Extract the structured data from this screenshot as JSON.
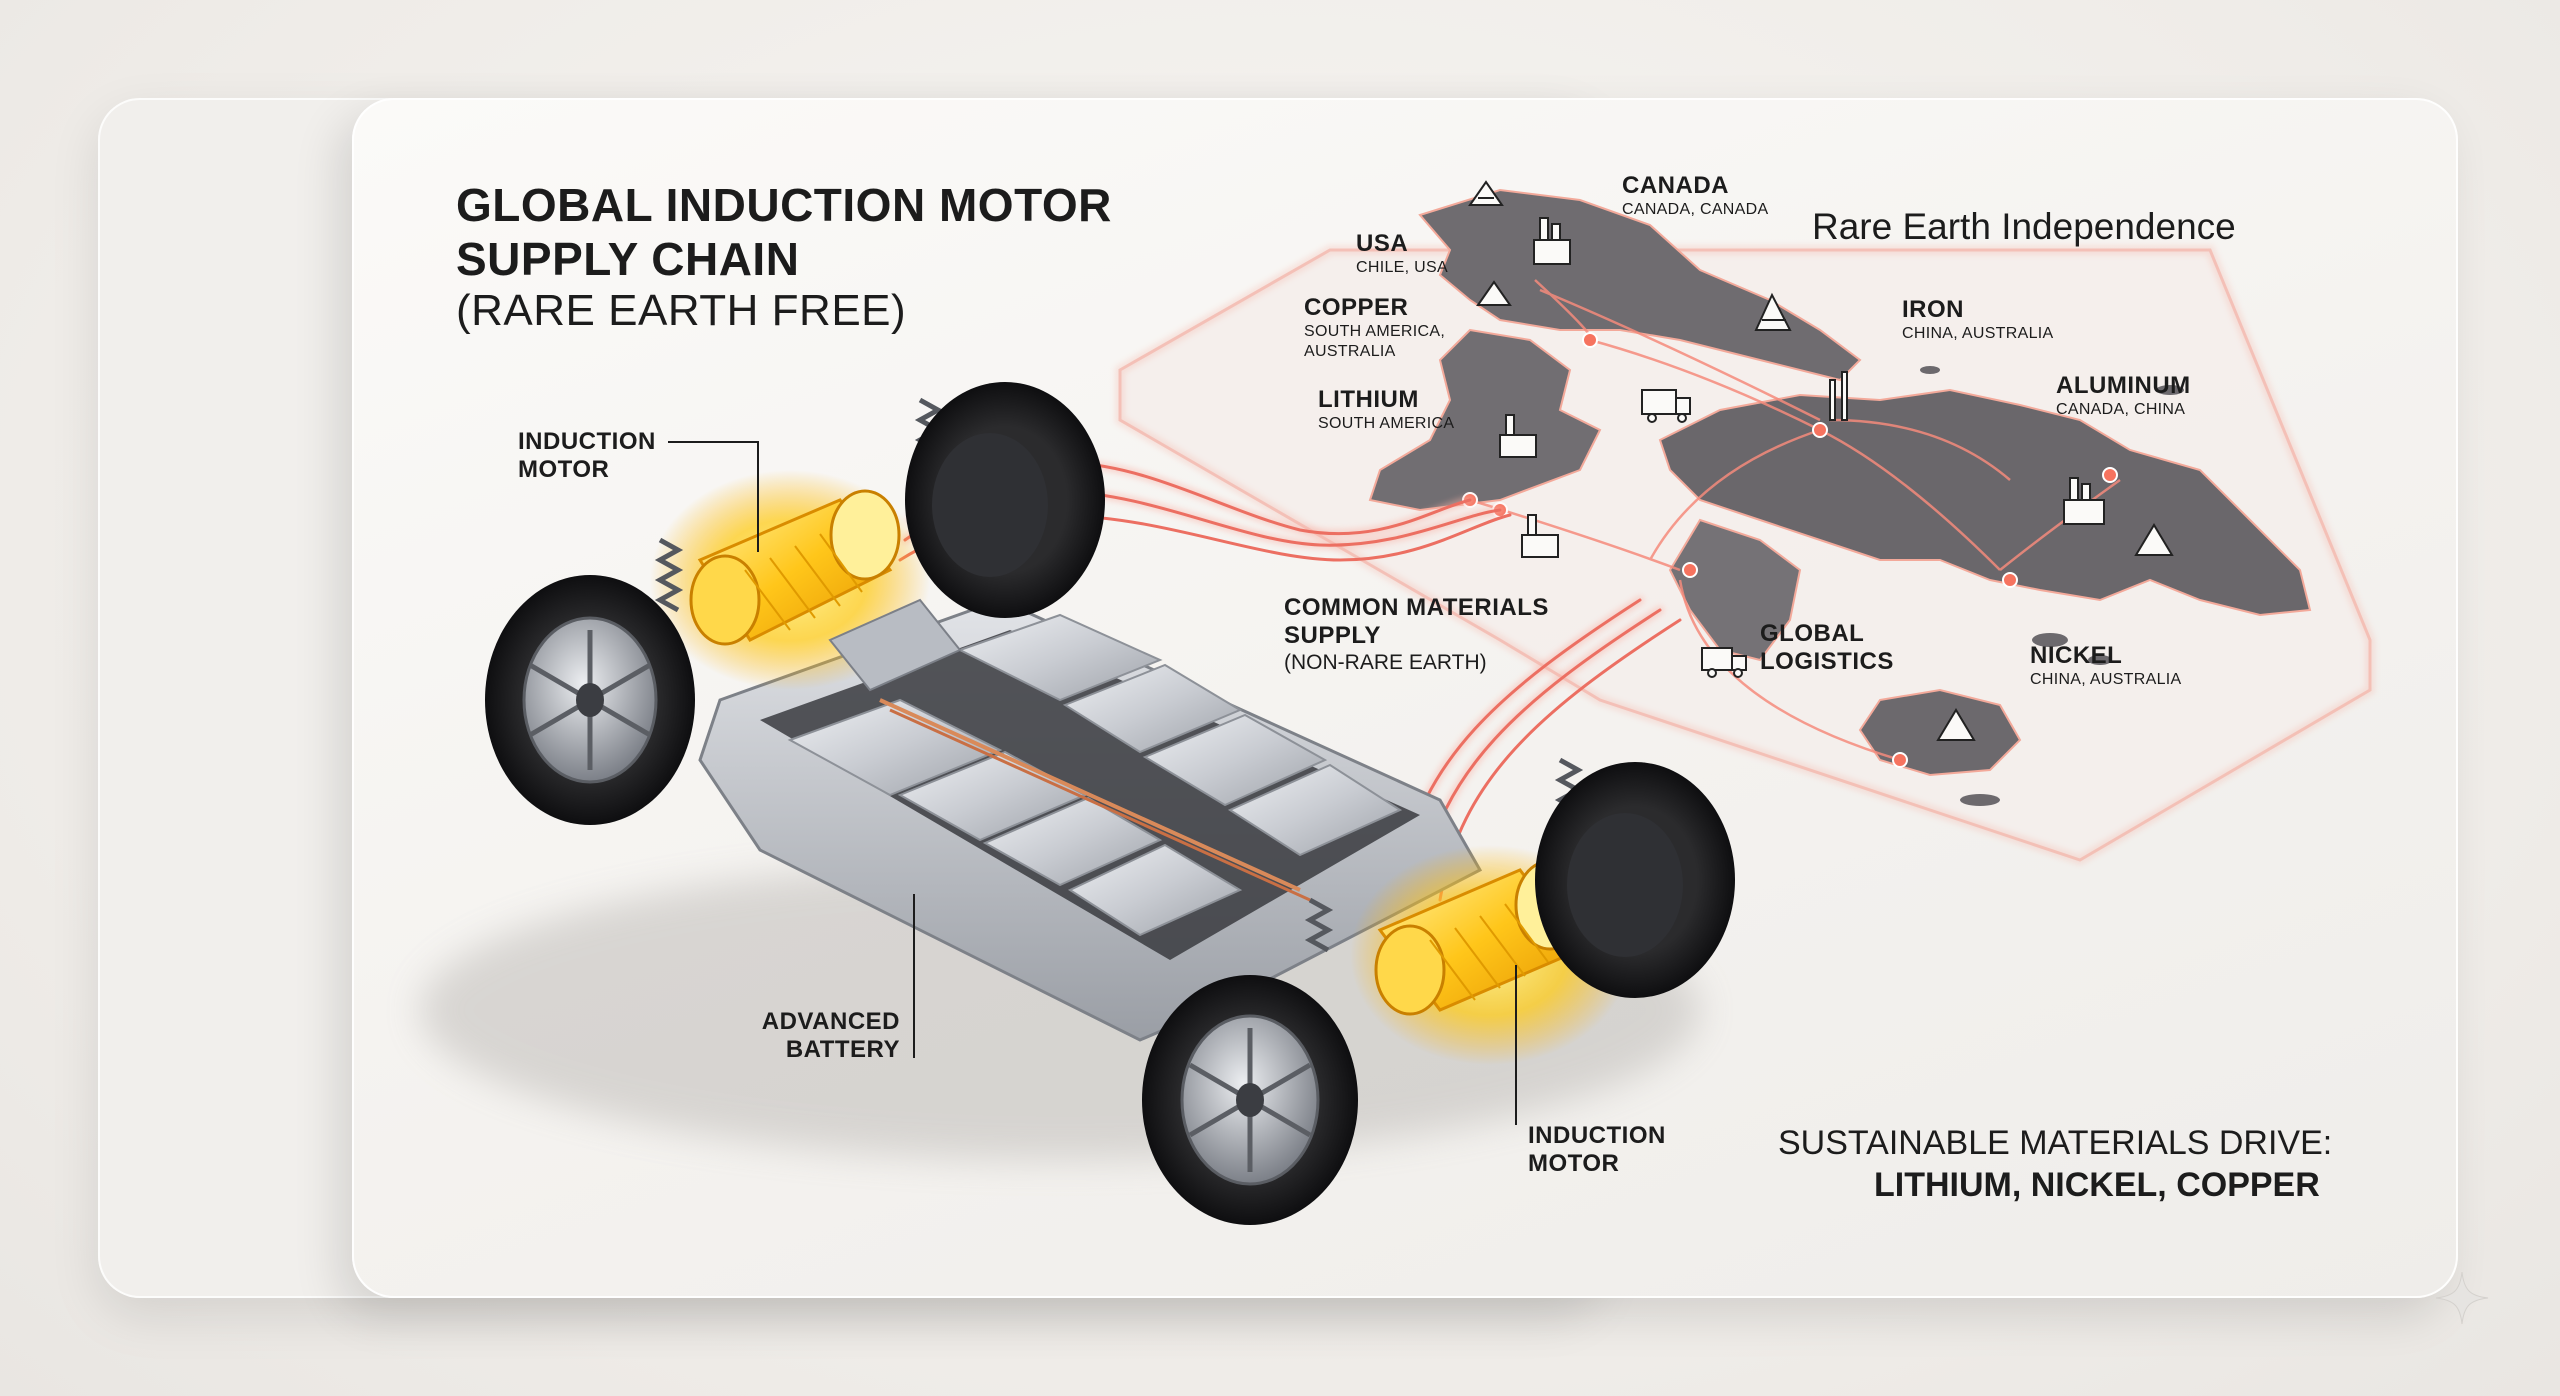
{
  "title": {
    "line1": "GLOBAL INDUCTION MOTOR",
    "line2": "SUPPLY CHAIN",
    "line3": "(RARE EARTH FREE)"
  },
  "subtitle_right": "Rare Earth Independence",
  "callouts": {
    "motor_front": [
      "INDUCTION",
      "MOTOR"
    ],
    "motor_rear": [
      "INDUCTION",
      "MOTOR"
    ],
    "battery": [
      "ADVANCED",
      "BATTERY"
    ],
    "common_materials": {
      "lines": [
        "COMMON MATERIALS",
        "SUPPLY"
      ],
      "note": "(NON-RARE EARTH)"
    },
    "global_logistics": [
      "GLOBAL",
      "LOGISTICS"
    ]
  },
  "materials": [
    {
      "name": "CANADA",
      "sources": [
        "CANADA, CANADA"
      ]
    },
    {
      "name": "USA",
      "sources": [
        "CHILE, USA"
      ]
    },
    {
      "name": "COPPER",
      "sources": [
        "SOUTH AMERICA,",
        "AUSTRALIA"
      ]
    },
    {
      "name": "LITHIUM",
      "sources": [
        "SOUTH AMERICA"
      ]
    },
    {
      "name": "IRON",
      "sources": [
        "CHINA, AUSTRALIA"
      ]
    },
    {
      "name": "ALUMINUM",
      "sources": [
        "CANADA, CHINA"
      ]
    },
    {
      "name": "NICKEL",
      "sources": [
        "CHINA, AUSTRALIA"
      ]
    }
  ],
  "footer": {
    "line1": "SUSTAINABLE MATERIALS DRIVE:",
    "line2": "LITHIUM, NICKEL, COPPER"
  },
  "icons": [
    "factory-icon",
    "mine-icon",
    "truck-icon",
    "sparkle-icon"
  ],
  "colors": {
    "motor_glow": "#ffcc1a",
    "supply_line": "#f07a6e",
    "map_land": "#6f6c70",
    "background": "#f4f2ef"
  }
}
